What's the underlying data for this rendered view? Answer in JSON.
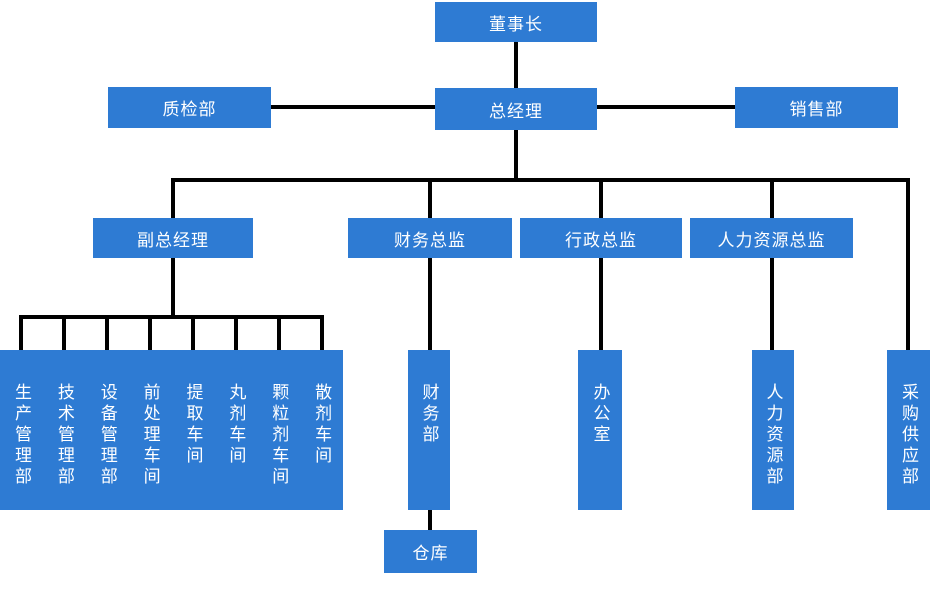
{
  "colors": {
    "node_fill": "#2E7BD3",
    "node_text": "#FFFFFF",
    "connector": "#000000",
    "background": "#FFFFFF"
  },
  "org": {
    "chairman": "董事长",
    "general_manager": "总经理",
    "quality_dept": "质检部",
    "sales_dept": "销售部",
    "deputy_general_manager": "副总经理",
    "finance_director": "财务总监",
    "admin_director": "行政总监",
    "hr_director": "人力资源总监",
    "workshops": [
      "生产管理部",
      "技术管理部",
      "设备管理部",
      "前处理车间",
      "提取车间",
      "丸剂车间",
      "颗粒剂车间",
      "散剂车间"
    ],
    "finance_dept": "财务部",
    "office": "办公室",
    "hr_dept": "人力资源部",
    "purchasing_supply_dept": "采购供应部",
    "warehouse": "仓库"
  }
}
